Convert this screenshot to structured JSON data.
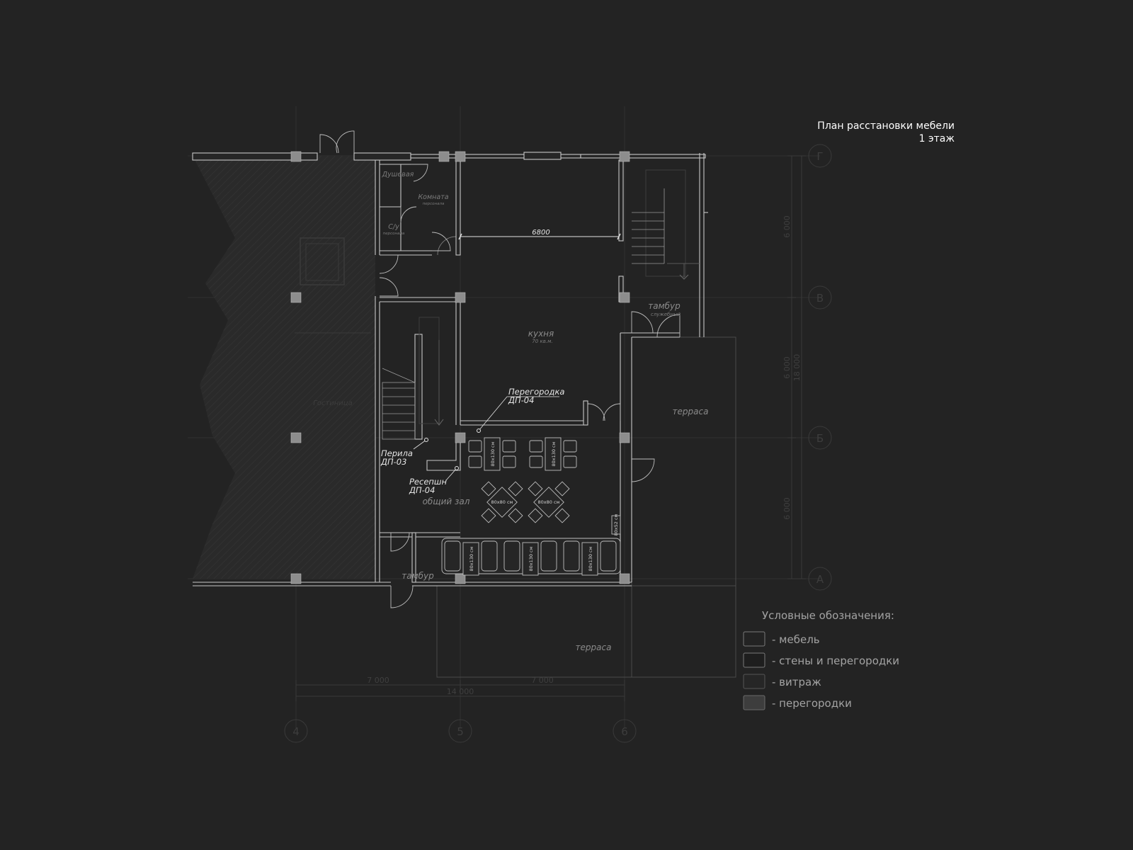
{
  "title": {
    "line1": "План расстановки мебели",
    "line2": "1 этаж"
  },
  "axes": {
    "rows": [
      "Г",
      "В",
      "Б",
      "А"
    ],
    "cols": [
      "4",
      "5",
      "6"
    ]
  },
  "dimensions": {
    "right_segments": [
      "6 000",
      "6 000",
      "6 000"
    ],
    "right_total": "18 000",
    "bottom_segments": [
      "7 000",
      "7 000"
    ],
    "bottom_total": "14 000",
    "kitchen_span": "6800"
  },
  "rooms": {
    "shower": "Душевая",
    "staff_room": "Комната",
    "staff_room_sub": "персонала",
    "wc": "С/у",
    "wc_sub": "персонала",
    "kitchen": "кухня",
    "kitchen_area": "70 кв.м.",
    "vestibule_service": "тамбур",
    "vestibule_service_sub": "служебный",
    "terrace_right": "терраса",
    "terrace_bottom": "терраса",
    "main_hall": "общий зал",
    "vestibule_main": "тамбур",
    "hotel": "Гостиница"
  },
  "annotations": {
    "partition": {
      "line1": "Перегородка",
      "line2": "ДП-04"
    },
    "railing": {
      "line1": "Перила",
      "line2": "ДП-03"
    },
    "reception": {
      "line1": "Ресепшн",
      "line2": "ДП-04"
    }
  },
  "furniture": {
    "table_80x130": "80x130 см",
    "table_80x80": "80x80 см",
    "table_small": "80x52 см"
  },
  "legend": {
    "title": "Условные обозначения:",
    "items": [
      {
        "label": "- мебель",
        "fill": "#232323"
      },
      {
        "label": "- стены и перегородки",
        "fill": "#1e1e1e"
      },
      {
        "label": "- витраж",
        "fill": "#262626"
      },
      {
        "label": "- перегородки",
        "fill": "#3d3d3d"
      }
    ]
  }
}
